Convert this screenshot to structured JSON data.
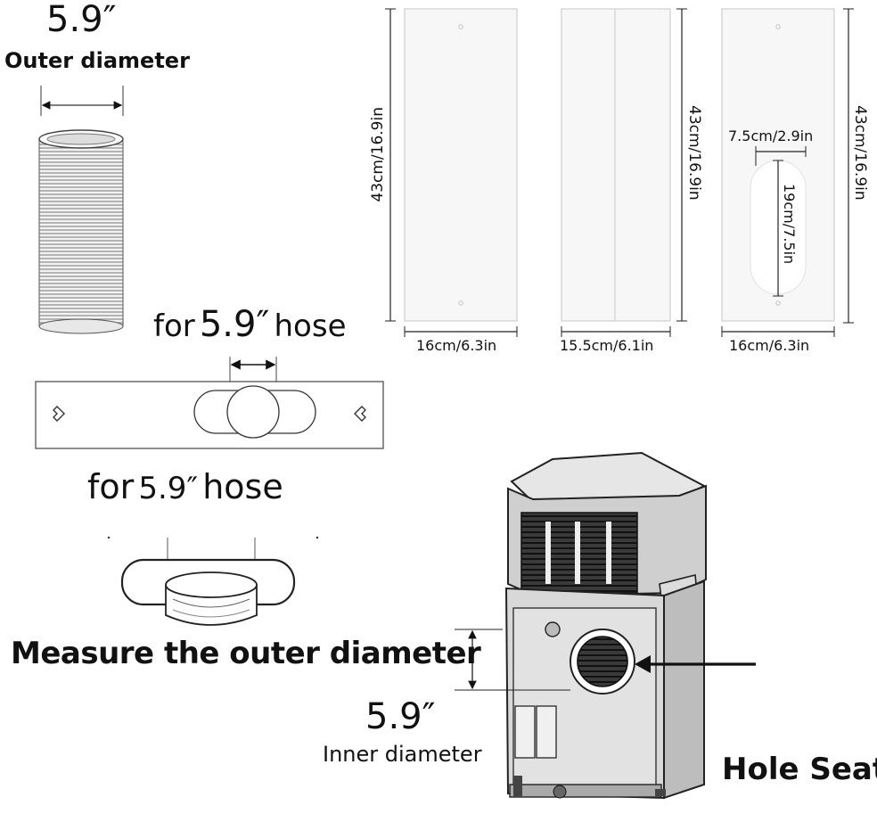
{
  "hose": {
    "diameter": "5.9″",
    "label": "Outer diameter"
  },
  "panels": [
    {
      "height": "43cm/16.9in",
      "width": "16cm/6.3in"
    },
    {
      "height": "43cm/16.9in",
      "width": "15.5cm/6.1in"
    },
    {
      "height": "43cm/16.9in",
      "width": "16cm/6.3in",
      "hole_width": "7.5cm/2.9in",
      "hole_height": "19cm/7.5in"
    }
  ],
  "plate": {
    "caption_prefix": "for",
    "caption_size": "5.9″",
    "caption_suffix": "hose"
  },
  "adapter": {
    "caption_prefix": "for",
    "caption_size": "5.9″",
    "caption_suffix": "hose"
  },
  "measure": {
    "instruction": "Measure the outer diameter"
  },
  "unit": {
    "inner_value": "5.9″",
    "inner_label": "Inner diameter",
    "hole_label": "Hole Seat"
  }
}
